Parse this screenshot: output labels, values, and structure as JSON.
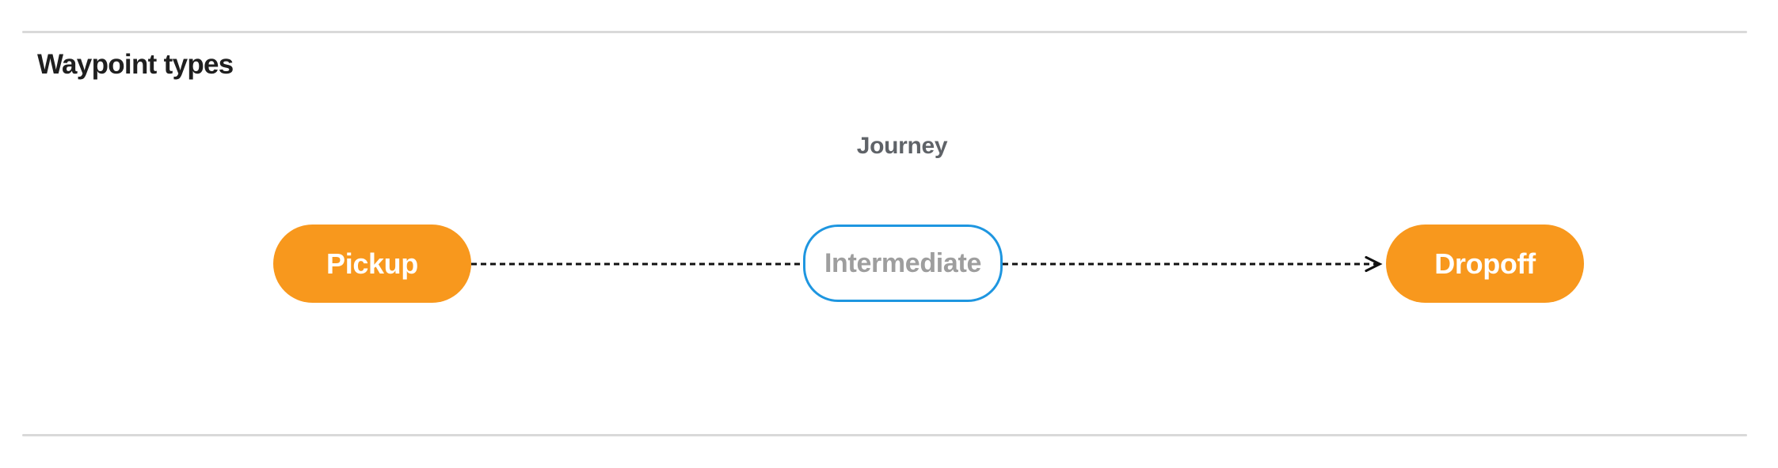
{
  "section": {
    "title": "Waypoint types"
  },
  "diagram": {
    "label": "Journey",
    "nodes": [
      {
        "id": "pickup",
        "label": "Pickup",
        "type": "endpoint"
      },
      {
        "id": "intermediate",
        "label": "Intermediate",
        "type": "intermediate"
      },
      {
        "id": "dropoff",
        "label": "Dropoff",
        "type": "endpoint"
      }
    ],
    "connectors": [
      {
        "from": "pickup",
        "to": "intermediate",
        "style": "dashed",
        "arrow": false
      },
      {
        "from": "intermediate",
        "to": "dropoff",
        "style": "dashed",
        "arrow": true
      }
    ],
    "colors": {
      "orange": "#f8981d",
      "blue": "#1e96e0",
      "intermediate_text": "#9e9e9e",
      "label_gray": "#5f6368",
      "heading": "#1f1f1f",
      "connector": "#111111",
      "divider": "#d9d9d9"
    }
  }
}
